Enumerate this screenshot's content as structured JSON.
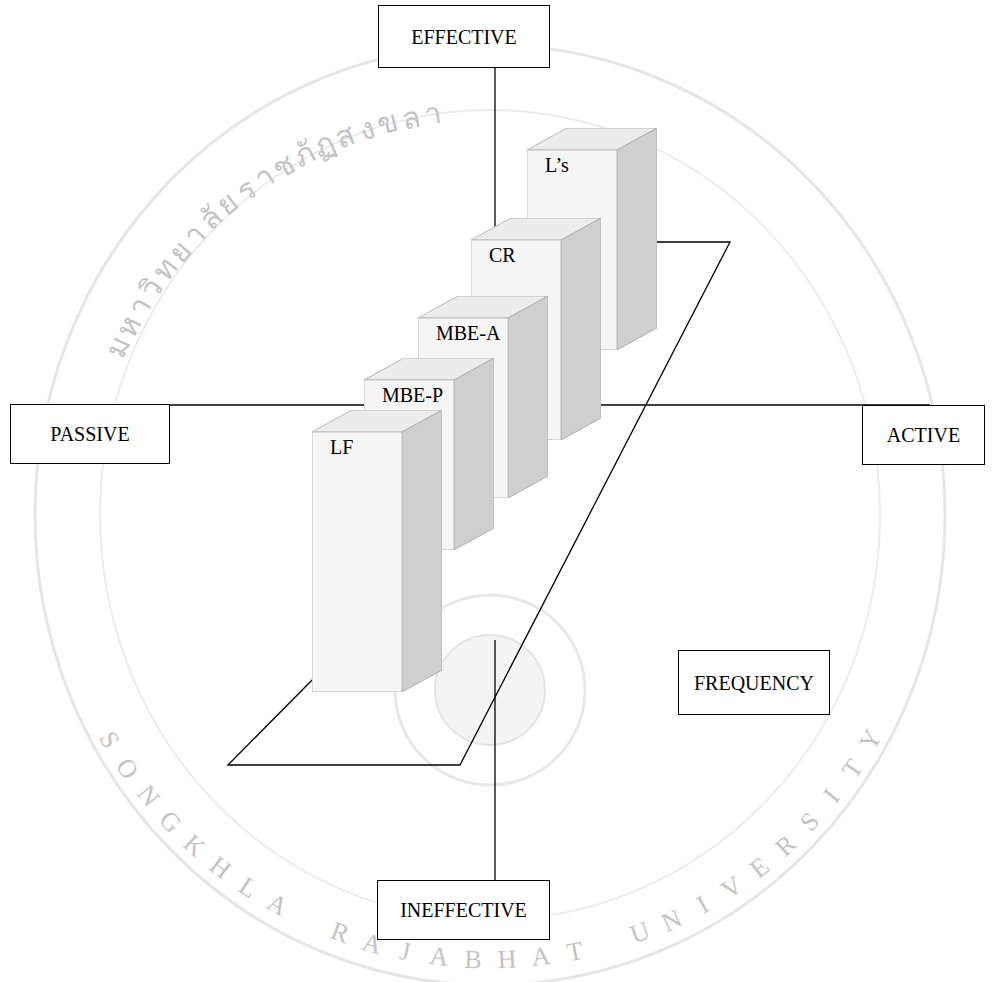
{
  "diagram": {
    "nodes": [
      {
        "text": [
          "EFFECTIVE"
        ]
      },
      {
        "text": [
          "L’s"
        ]
      },
      {
        "text": [
          "CR"
        ]
      },
      {
        "text": [
          "MBE-A"
        ]
      },
      {
        "text": [
          "PASSIVE"
        ]
      },
      {
        "text": [
          "MBE-P"
        ]
      },
      {
        "text": [
          "ACTIVE"
        ]
      },
      {
        "text": [
          "LF"
        ]
      },
      {
        "text": [
          "FREQUENCY"
        ]
      },
      {
        "text": [
          "INEFFECTIVE"
        ]
      }
    ],
    "labels": [
      "มหาวิทยาลัยราชภัฏสงขลา",
      "SONGKHLA RAJABHAT UNIVERSITY"
    ]
  }
}
